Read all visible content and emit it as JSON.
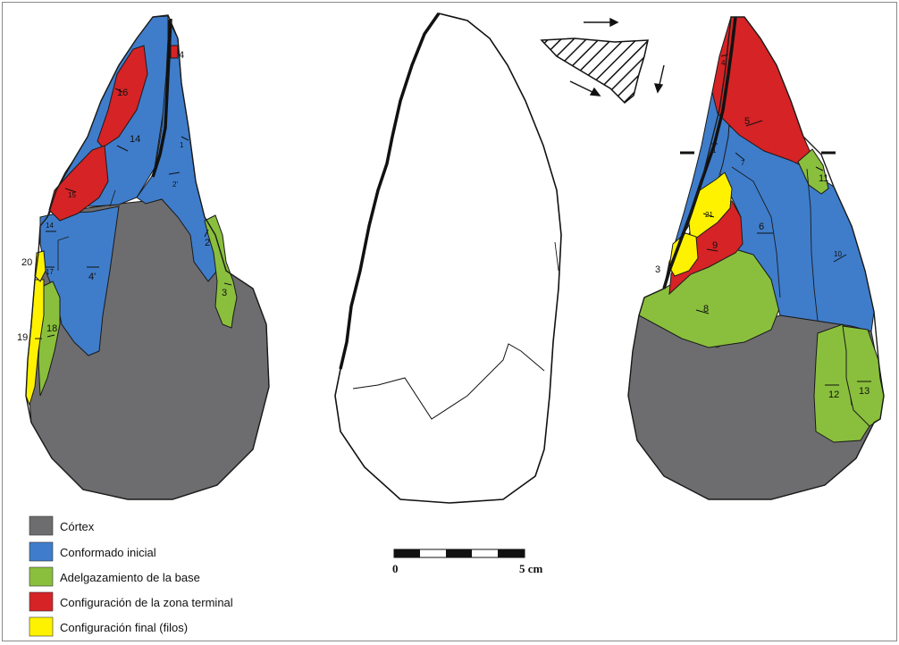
{
  "colors": {
    "cortex": "#6d6d6f",
    "conformado": "#3f7dcb",
    "adelgazamiento": "#8abf3d",
    "configuracion_terminal": "#d62326",
    "configuracion_final": "#fff200",
    "outline": "#1a1a1a"
  },
  "legend": [
    {
      "label": "Córtex",
      "color": "#6d6d6f"
    },
    {
      "label": "Conformado inicial",
      "color": "#3f7dcb"
    },
    {
      "label": "Adelgazamiento de la base",
      "color": "#8abf3d"
    },
    {
      "label": "Configuración de la zona terminal",
      "color": "#d62326"
    },
    {
      "label": "Configuración final (filos)",
      "color": "#fff200"
    }
  ],
  "scale_bar": {
    "start_label": "0",
    "end_label": "5 cm"
  },
  "left_view_labels": [
    "4",
    "16",
    "14",
    "1",
    "2'",
    "15",
    "14",
    "2",
    "20",
    "17",
    "4'",
    "3",
    "19",
    "18"
  ],
  "right_view_labels": [
    "4",
    "5",
    "1",
    "7",
    "11",
    "21",
    "6",
    "9",
    "10",
    "3",
    "8",
    "12",
    "13"
  ]
}
